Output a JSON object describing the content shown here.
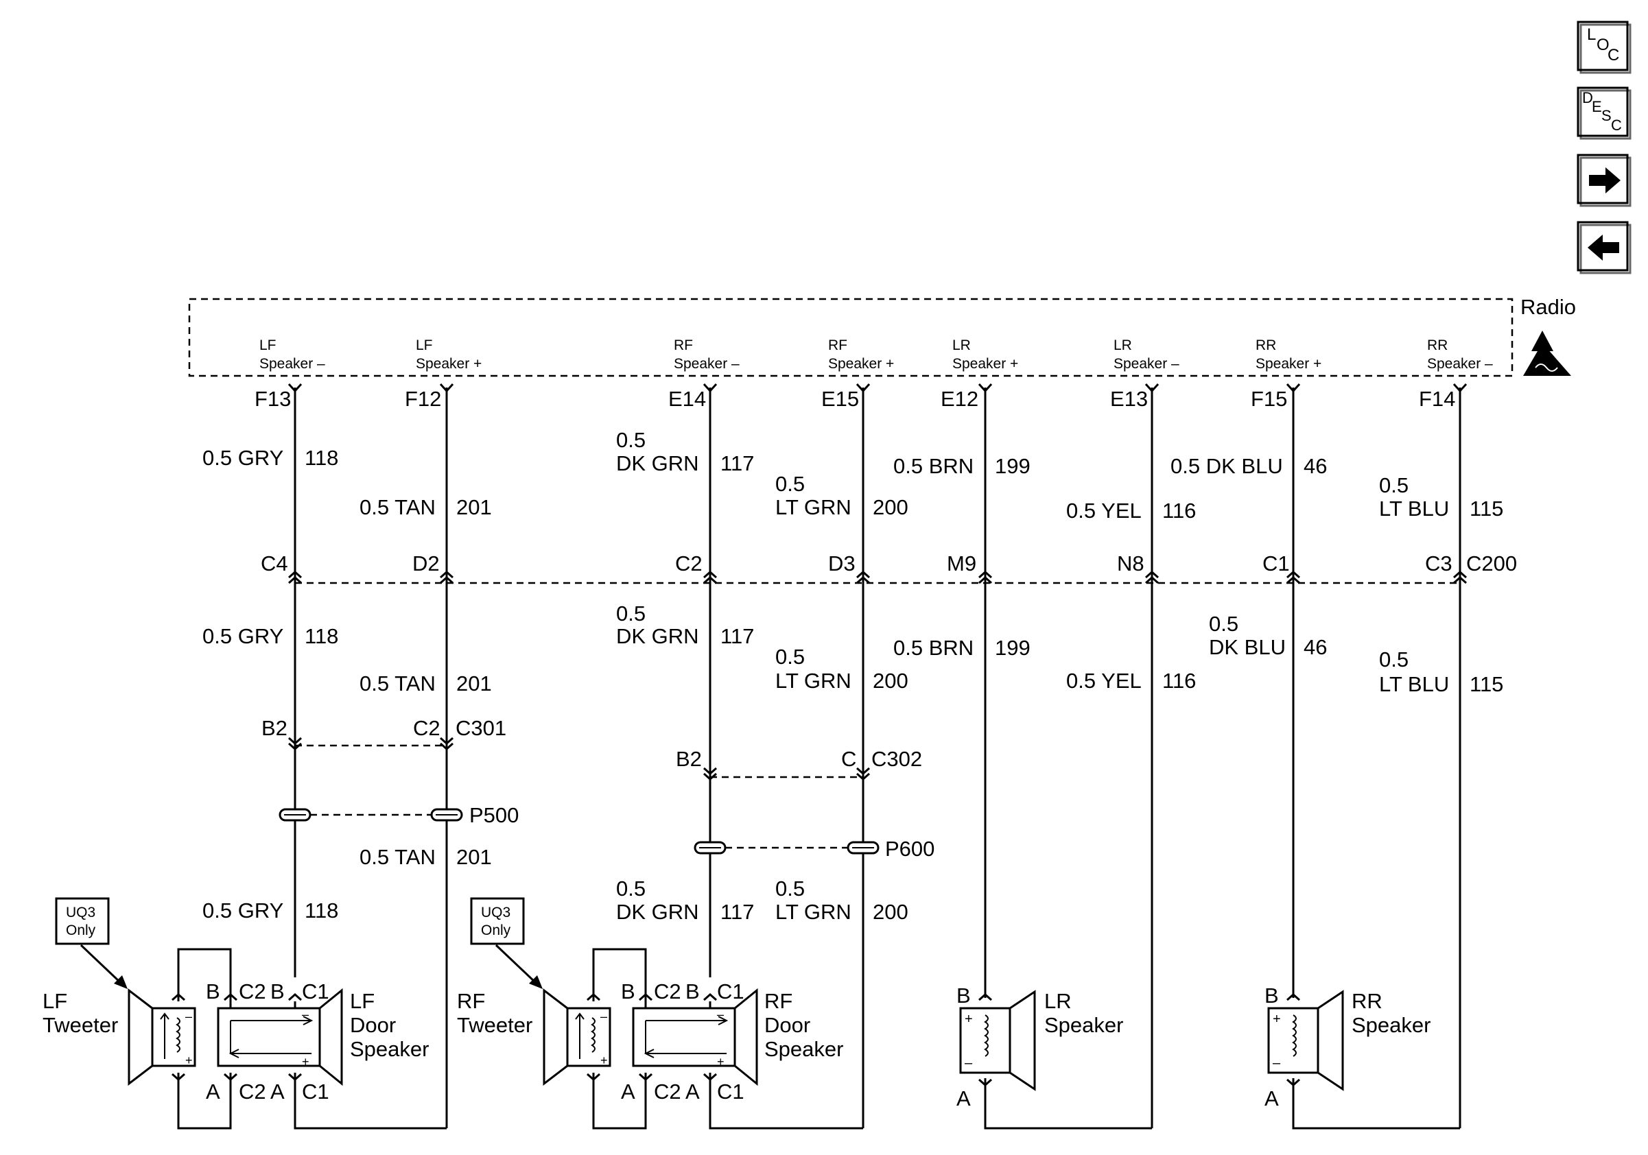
{
  "module": {
    "name": "Radio",
    "pins": [
      {
        "zone": "LF",
        "function": "Speaker –",
        "pin": "F13"
      },
      {
        "zone": "LF",
        "function": "Speaker +",
        "pin": "F12"
      },
      {
        "zone": "RF",
        "function": "Speaker –",
        "pin": "E14"
      },
      {
        "zone": "RF",
        "function": "Speaker +",
        "pin": "E15"
      },
      {
        "zone": "LR",
        "function": "Speaker +",
        "pin": "E12"
      },
      {
        "zone": "LR",
        "function": "Speaker –",
        "pin": "E13"
      },
      {
        "zone": "RR",
        "function": "Speaker +",
        "pin": "F15"
      },
      {
        "zone": "RR",
        "function": "Speaker –",
        "pin": "F14"
      }
    ]
  },
  "wires": [
    {
      "size": "0.5",
      "color": "GRY",
      "circuit": "118"
    },
    {
      "size": "0.5",
      "color": "TAN",
      "circuit": "201"
    },
    {
      "size": "0.5",
      "color": "DK GRN",
      "circuit": "117"
    },
    {
      "size": "0.5",
      "color": "LT GRN",
      "circuit": "200"
    },
    {
      "size": "0.5",
      "color": "BRN",
      "circuit": "199"
    },
    {
      "size": "0.5",
      "color": "YEL",
      "circuit": "116"
    },
    {
      "size": "0.5",
      "color": "DK BLU",
      "circuit": "46"
    },
    {
      "size": "0.5",
      "color": "LT BLU",
      "circuit": "115"
    }
  ],
  "connectors": {
    "c200": {
      "name": "C200",
      "pins": [
        "C4",
        "D2",
        "C2",
        "D3",
        "M9",
        "N8",
        "C1",
        "C3"
      ]
    },
    "c301": {
      "name": "C301",
      "pins": [
        "B2",
        "C2"
      ]
    },
    "c302": {
      "name": "C302",
      "pins": [
        "B2",
        "C"
      ]
    },
    "p500": {
      "name": "P500"
    },
    "p600": {
      "name": "P600"
    }
  },
  "speakers": {
    "lf_tweeter": {
      "label_line1": "LF",
      "label_line2": "Tweeter",
      "option_line1": "UQ3",
      "option_line2": "Only"
    },
    "lf_door": {
      "label_line1": "LF",
      "label_line2": "Door",
      "label_line3": "Speaker"
    },
    "rf_tweeter": {
      "label_line1": "RF",
      "label_line2": "Tweeter",
      "option_line1": "UQ3",
      "option_line2": "Only"
    },
    "rf_door": {
      "label_line1": "RF",
      "label_line2": "Door",
      "label_line3": "Speaker"
    },
    "lr": {
      "label_line1": "LR",
      "label_line2": "Speaker"
    },
    "rr": {
      "label_line1": "RR",
      "label_line2": "Speaker"
    }
  },
  "terminals": {
    "a": "A",
    "b": "B",
    "c1": "C1",
    "c2": "C2",
    "plus": "+",
    "minus": "–"
  },
  "nav": {
    "loc": {
      "l1": "L",
      "l2": "O",
      "l3": "C"
    },
    "desc": {
      "l1": "D",
      "l2": "E",
      "l3": "S",
      "l4": "C"
    },
    "next_icon": "arrow-right-icon",
    "prev_icon": "arrow-left-icon"
  },
  "colors": {
    "line": "#000000",
    "background": "#ffffff"
  }
}
